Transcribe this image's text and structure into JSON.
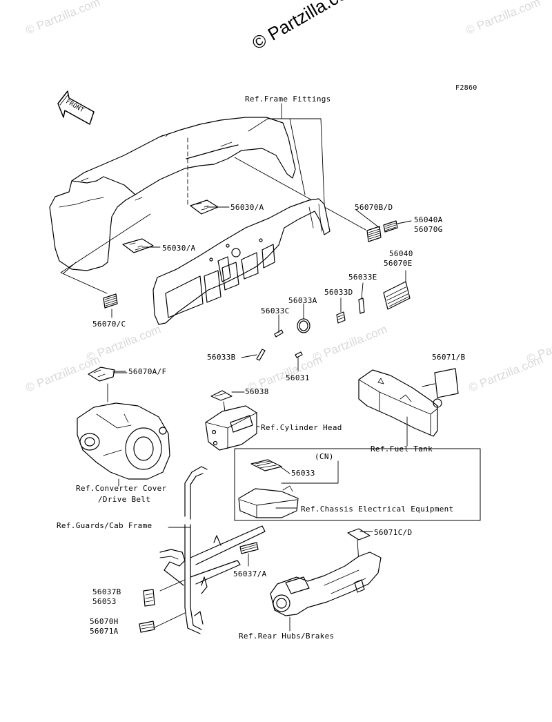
{
  "diagram_id": "F2860",
  "watermark": "© Partzilla.com",
  "watermark_top": "© Partzilla.com",
  "front_label": "FRONT",
  "cn_label": "(CN)",
  "labels": {
    "ref_frame_fittings": "Ref.Frame Fittings",
    "l_56030a_1": "56030/A",
    "l_56030a_2": "56030/A",
    "l_56070bd": "56070B/D",
    "l_56040a": "56040A",
    "l_56070g": "56070G",
    "l_56040": "56040",
    "l_56070e": "56070E",
    "l_56033e": "56033E",
    "l_56033d": "56033D",
    "l_56033a": "56033A",
    "l_56033c": "56033C",
    "l_56070c": "56070/C",
    "l_56033b": "56033B",
    "l_56031": "56031",
    "l_56070af": "56070A/F",
    "l_56071b": "56071/B",
    "l_56038": "56038",
    "ref_cylinder_head": "Ref.Cylinder Head",
    "ref_fuel_tank": "Ref.Fuel Tank",
    "l_56033": "56033",
    "ref_chassis": "Ref.Chassis Electrical Equipment",
    "ref_converter_1": "Ref.Converter Cover",
    "ref_converter_2": "/Drive Belt",
    "ref_guards": "Ref.Guards/Cab Frame",
    "l_56071cd": "56071C/D",
    "l_56037a": "56037/A",
    "l_56037b": "56037B",
    "l_56053": "56053",
    "l_56070h": "56070H",
    "l_56071a": "56071A",
    "ref_rear_hubs": "Ref.Rear Hubs/Brakes"
  }
}
